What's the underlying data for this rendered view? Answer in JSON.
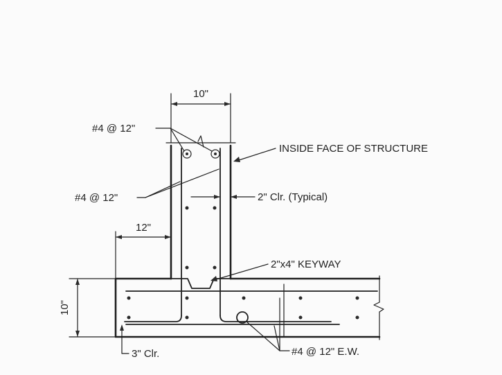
{
  "labels": {
    "dim_wall_width": "10\"",
    "rebar_top": "#4 @ 12\"",
    "inside_face": "INSIDE FACE OF STRUCTURE",
    "rebar_wall": "#4 @ 12\"",
    "clear_typical": "2\" Clr. (Typical)",
    "dim_left": "12\"",
    "keyway": "2\"x4\" KEYWAY",
    "dim_footing_thickness": "10\"",
    "clear_bottom": "3\" Clr.",
    "rebar_footing": "#4 @ 12\" E.W."
  },
  "colors": {
    "ink": "#1f1f1f",
    "background": "#fbfbfb"
  }
}
